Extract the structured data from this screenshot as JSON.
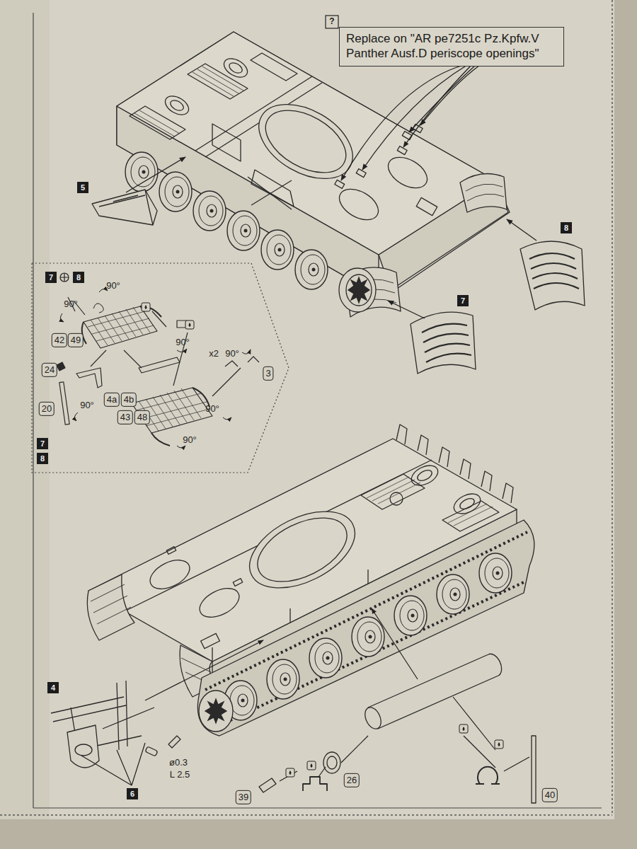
{
  "diagram": {
    "nodes": [
      {
        "text": [
          "Replace on \"AR pe7251c Pz.Kpfw.V Panther Ausf.D periscope openings\""
        ]
      }
    ],
    "labels": [
      "?",
      "5",
      "8",
      "7",
      "7",
      "8",
      "90°",
      "90°",
      "42",
      "49",
      "24",
      "90°",
      "x2",
      "90°",
      "3",
      "4a",
      "4b",
      "43",
      "48",
      "20",
      "90°",
      "90°",
      "90°",
      "7",
      "8",
      "4",
      "6",
      "ø0.3",
      "L 2.5",
      "39",
      "26",
      "40"
    ]
  }
}
